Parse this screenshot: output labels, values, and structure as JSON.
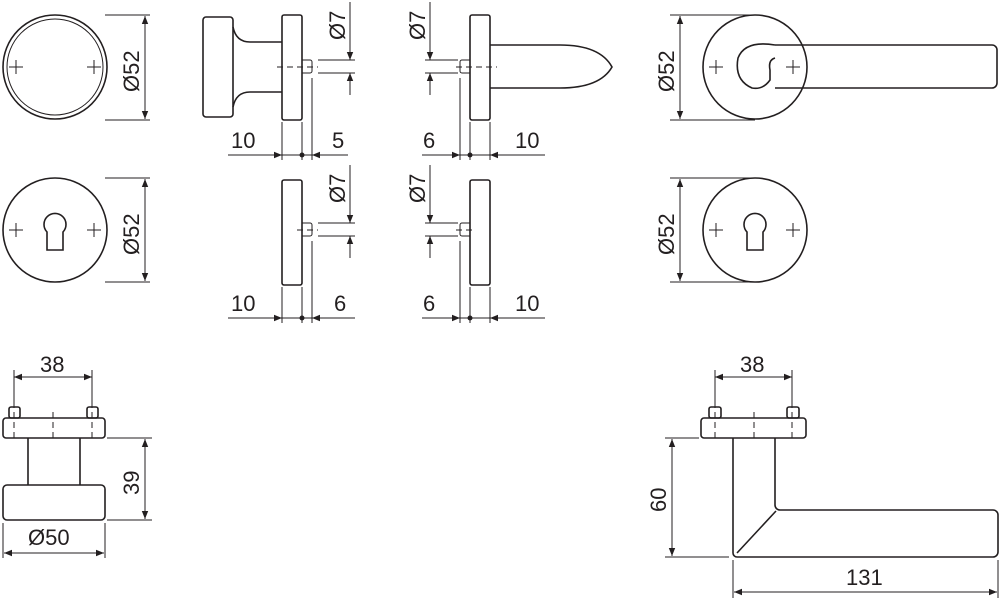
{
  "drawing": {
    "line_color": "#231f20",
    "rose_diameter": "Ø52",
    "spindle_diameter": "Ø7",
    "knob_rose_offset": "10",
    "knob_spindle_offset": "5",
    "lever_spindle_offset": "6",
    "lever_rose_offset": "10",
    "escutcheon_rose_offset": "10",
    "escutcheon_spindle_offset": "6",
    "escutcheon2_spindle_offset": "6",
    "escutcheon2_rose_offset": "10",
    "knob_screw_spacing": "38",
    "knob_height": "39",
    "knob_diameter": "Ø50",
    "lever_screw_spacing": "38",
    "lever_height": "60",
    "lever_length": "131"
  }
}
